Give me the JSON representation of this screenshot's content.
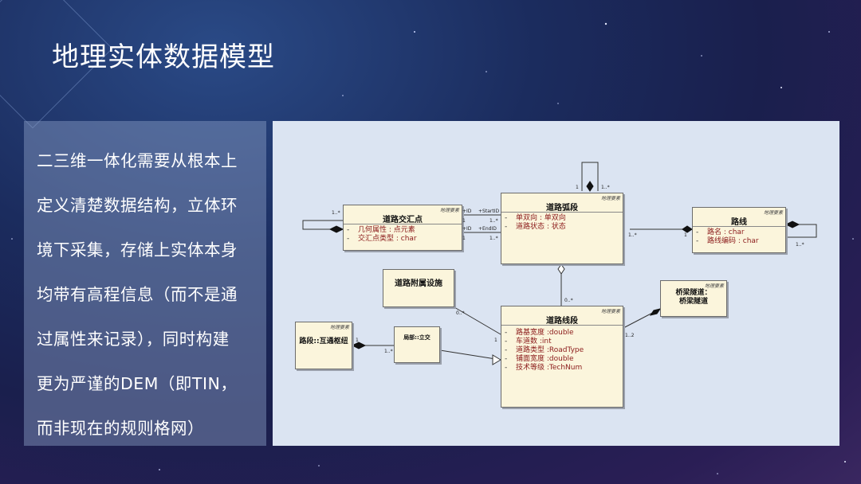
{
  "slide": {
    "title": "地理实体数据模型",
    "body_lines": [
      "二三维一体化需要从根本上",
      "定义清楚数据结构，立体环",
      "境下采集，存储上实体本身",
      "均带有高程信息（而不是通",
      "过属性来记录），同时构建",
      "更为严谨的DEM（即TIN，",
      "而非现在的规则格网）"
    ]
  },
  "diagram": {
    "classes": {
      "intersection": {
        "name": "道路交汇点",
        "stereo": "地理要素",
        "attrs": [
          {
            "vis": "-",
            "text": "几何属性  : 点元素"
          },
          {
            "vis": "-",
            "text": "交汇点类型  : char"
          }
        ]
      },
      "arc": {
        "name": "道路弧段",
        "stereo": "地理要素",
        "attrs": [
          {
            "vis": "-",
            "text": "单双向  : 单双向"
          },
          {
            "vis": "-",
            "text": "道路状态  : 状态"
          }
        ]
      },
      "route": {
        "name": "路线",
        "stereo": "地理要素",
        "attrs": [
          {
            "vis": "-",
            "text": "路名  : char"
          },
          {
            "vis": "-",
            "text": "路线编码  : char"
          }
        ]
      },
      "facility": {
        "name": "道路附属设施"
      },
      "segment": {
        "name": "道路线段",
        "stereo": "地理要素",
        "attrs": [
          {
            "vis": "-",
            "text": "路基宽度 :double"
          },
          {
            "vis": "-",
            "text": "车道数 :int"
          },
          {
            "vis": "-",
            "text": "道路类型 :RoadType"
          },
          {
            "vis": "-",
            "text": "铺面宽度 :double"
          },
          {
            "vis": "-",
            "text": "技术等级 :TechNum"
          }
        ]
      },
      "bridge": {
        "name": "桥梁隧道：\n桥梁隧道",
        "stereo": "地理要素"
      },
      "hub": {
        "name": "路段::互通枢纽",
        "stereo": "地理要素"
      },
      "overpass": {
        "name": "局部::立交"
      }
    },
    "labels": {
      "m_self_left": "1..*",
      "m_start_left": "+ID",
      "m_start_role": "+StartID",
      "m_end_left": "+ID",
      "m_end_role": "+EndID",
      "m_1a": "1",
      "m_1b": "1",
      "m_1star_a": "1..*",
      "m_1star_b": "1..*",
      "m_arc_route": "1..*",
      "m_route_1": "1",
      "m_route_self": "1..*",
      "m_arc_top": "1..*",
      "m_arc_1": "1",
      "m_seg_0": "0..*",
      "m_fac_0": "0..*",
      "m_seg_1": "1",
      "m_bridge": "1..2",
      "m_over": "1..*",
      "m_hub": "1"
    }
  }
}
